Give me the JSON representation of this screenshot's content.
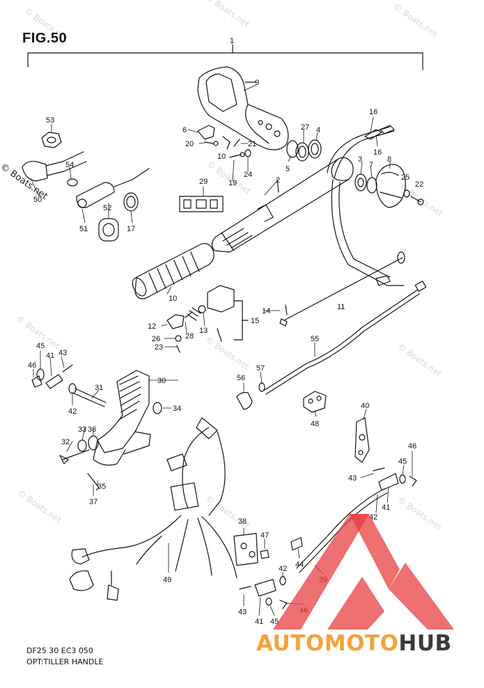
{
  "figure": {
    "title": "FIG.50",
    "code": "DF25 30 EC3 050",
    "name": "OPT:TILLER HANDLE"
  },
  "watermark": {
    "text": "© Boats.net",
    "side_text": "© Boats.net"
  },
  "logo": {
    "word_part1": "AUTO",
    "word_part2": "MOTO",
    "word_part3": "HUB",
    "colors": {
      "orange": "#f4a23c",
      "red": "#e8393a",
      "dark": "#3a3a3a"
    }
  },
  "callouts": {
    "c1": "1",
    "c2": "2",
    "c3": "3",
    "c4": "4",
    "c5": "5",
    "c6": "6",
    "c7": "7",
    "c8": "8",
    "c9": "9",
    "c10": "10",
    "c10b": "10",
    "c11": "11",
    "c12": "12",
    "c13": "13",
    "c14": "14",
    "c15": "15",
    "c16": "16",
    "c16b": "16",
    "c17": "17",
    "c19": "19",
    "c20": "20",
    "c21": "21",
    "c22": "22",
    "c23": "23",
    "c24": "24",
    "c25": "25",
    "c26": "26",
    "c27": "27",
    "c28": "28",
    "c29": "29",
    "c30": "30",
    "c31": "31",
    "c32": "32",
    "c33": "33",
    "c34": "34",
    "c35": "35",
    "c36": "36",
    "c37": "37",
    "c38": "38",
    "c39": "39",
    "c40": "40",
    "c41a": "41",
    "c41b": "41",
    "c41c": "41",
    "c42a": "42",
    "c42b": "42",
    "c42c": "42",
    "c43a": "43",
    "c43b": "43",
    "c43c": "43",
    "c44": "44",
    "c45a": "45",
    "c45b": "45",
    "c45c": "45",
    "c46a": "46",
    "c46b": "46",
    "c46c": "46",
    "c47": "47",
    "c48": "48",
    "c49": "49",
    "c50": "50",
    "c51": "51",
    "c52": "52",
    "c53": "53",
    "c54": "54",
    "c55": "55",
    "c56": "56",
    "c57": "57"
  }
}
